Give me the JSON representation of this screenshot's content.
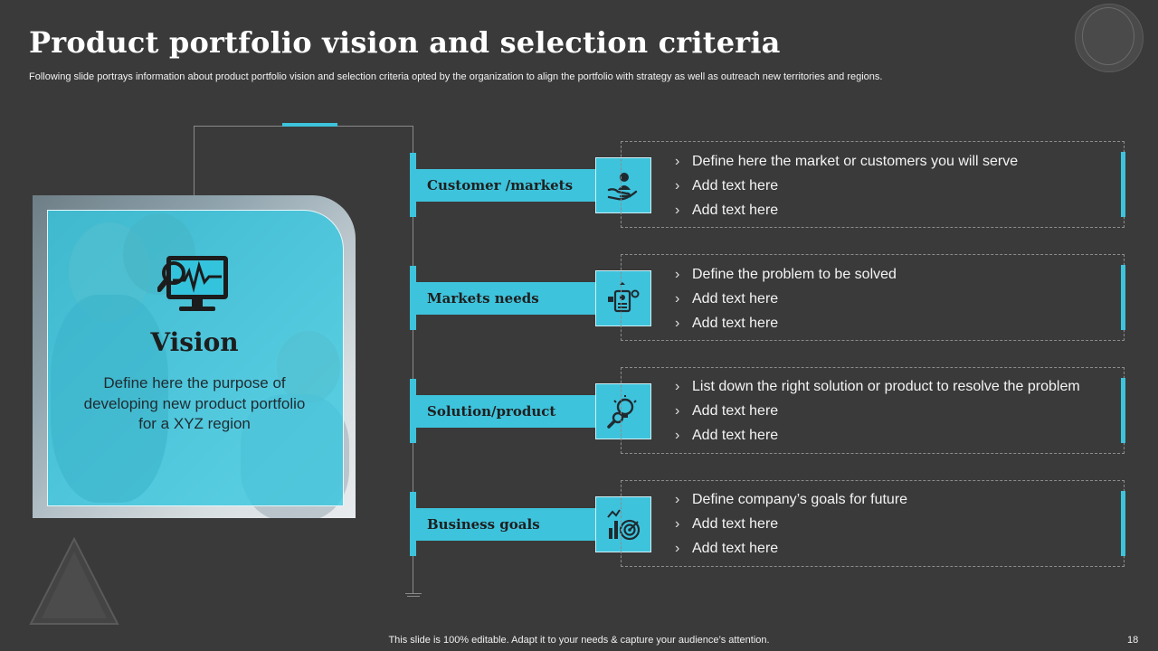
{
  "slide": {
    "title": "Product portfolio vision and selection criteria",
    "subtitle": "Following slide portrays information about product portfolio vision and selection criteria opted by the organization to align the portfolio with strategy as well as outreach new territories and regions.",
    "footer": "This slide is 100% editable. Adapt it to your needs & capture your audience’s attention.",
    "page_number": "18",
    "accent_color": "#3ec3dc",
    "background_color": "#3a3a3a"
  },
  "vision": {
    "title": "Vision",
    "text": "Define here the purpose of developing new product portfolio for a XYZ region",
    "icon": "monitor-analytics-icon"
  },
  "criteria": [
    {
      "label": "Customer /markets",
      "icon": "hand-person-icon",
      "bullets": [
        "Define here the market or customers you will serve",
        "Add text here",
        "Add text here"
      ]
    },
    {
      "label": "Markets needs",
      "icon": "clipboard-needs-icon",
      "bullets": [
        "Define the problem to be solved",
        "Add text here",
        "Add text here"
      ]
    },
    {
      "label": "Solution/product",
      "icon": "lightbulb-search-icon",
      "bullets": [
        "List down the right solution or product to resolve the problem",
        "Add text here",
        "Add text here"
      ]
    },
    {
      "label": "Business goals",
      "icon": "chart-target-icon",
      "bullets": [
        "Define company’s goals for future",
        "Add text here",
        "Add text here"
      ]
    }
  ]
}
